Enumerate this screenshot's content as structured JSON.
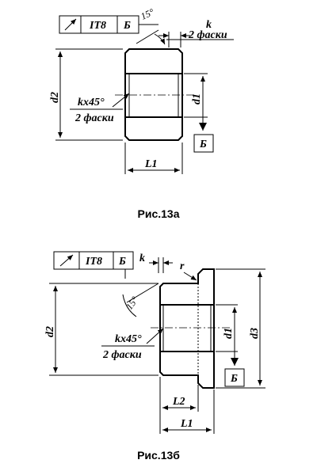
{
  "fig_a": {
    "caption": "Рис.13а",
    "tolerance": {
      "grade": "IT8",
      "datum": "Б"
    },
    "angle_label": "15°",
    "k_label": "k",
    "chamfer_note": "2 фаски",
    "chamfer_inner": "kx45°",
    "d1": "d1",
    "d2": "d2",
    "l1": "L1",
    "datum_box": "Б"
  },
  "fig_b": {
    "caption": "Рис.13б",
    "tolerance": {
      "grade": "IT8",
      "datum": "Б"
    },
    "k_label": "k",
    "r_label": "r",
    "angle_label": "15°",
    "chamfer_inner": "kx45°",
    "chamfer_note": "2 фаски",
    "d1": "d1",
    "d2": "d2",
    "d3": "d3",
    "l1": "L1",
    "l2": "L2",
    "datum_box": "Б"
  }
}
